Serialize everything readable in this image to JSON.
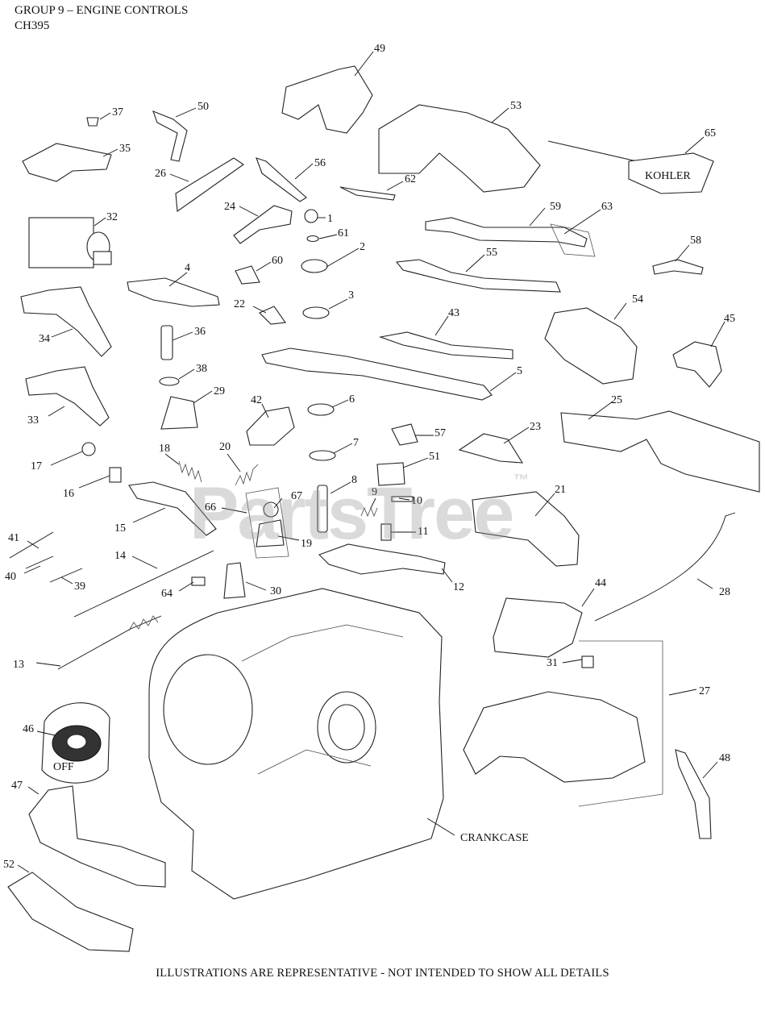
{
  "header": {
    "group_title": "GROUP 9 – ENGINE CONTROLS",
    "model": "CH395"
  },
  "watermark": {
    "text": "PartsTree",
    "trademark": "™"
  },
  "callouts": [
    {
      "id": "c1",
      "label": "1"
    },
    {
      "id": "c2",
      "label": "2"
    },
    {
      "id": "c3",
      "label": "3"
    },
    {
      "id": "c4",
      "label": "4"
    },
    {
      "id": "c5",
      "label": "5"
    },
    {
      "id": "c6",
      "label": "6"
    },
    {
      "id": "c7",
      "label": "7"
    },
    {
      "id": "c8",
      "label": "8"
    },
    {
      "id": "c9",
      "label": "9"
    },
    {
      "id": "c10",
      "label": "10"
    },
    {
      "id": "c11",
      "label": "11"
    },
    {
      "id": "c12",
      "label": "12"
    },
    {
      "id": "c13",
      "label": "13"
    },
    {
      "id": "c14",
      "label": "14"
    },
    {
      "id": "c15",
      "label": "15"
    },
    {
      "id": "c16",
      "label": "16"
    },
    {
      "id": "c17",
      "label": "17"
    },
    {
      "id": "c18",
      "label": "18"
    },
    {
      "id": "c19",
      "label": "19"
    },
    {
      "id": "c20",
      "label": "20"
    },
    {
      "id": "c21",
      "label": "21"
    },
    {
      "id": "c22",
      "label": "22"
    },
    {
      "id": "c23",
      "label": "23"
    },
    {
      "id": "c24",
      "label": "24"
    },
    {
      "id": "c25",
      "label": "25"
    },
    {
      "id": "c26",
      "label": "26"
    },
    {
      "id": "c27",
      "label": "27"
    },
    {
      "id": "c28",
      "label": "28"
    },
    {
      "id": "c29",
      "label": "29"
    },
    {
      "id": "c30",
      "label": "30"
    },
    {
      "id": "c31",
      "label": "31"
    },
    {
      "id": "c32",
      "label": "32"
    },
    {
      "id": "c33",
      "label": "33"
    },
    {
      "id": "c34",
      "label": "34"
    },
    {
      "id": "c35",
      "label": "35"
    },
    {
      "id": "c36",
      "label": "36"
    },
    {
      "id": "c37",
      "label": "37"
    },
    {
      "id": "c38",
      "label": "38"
    },
    {
      "id": "c39",
      "label": "39"
    },
    {
      "id": "c40",
      "label": "40"
    },
    {
      "id": "c41",
      "label": "41"
    },
    {
      "id": "c42",
      "label": "42"
    },
    {
      "id": "c43",
      "label": "43"
    },
    {
      "id": "c44",
      "label": "44"
    },
    {
      "id": "c45",
      "label": "45"
    },
    {
      "id": "c46",
      "label": "46"
    },
    {
      "id": "c47",
      "label": "47"
    },
    {
      "id": "c48",
      "label": "48"
    },
    {
      "id": "c49",
      "label": "49"
    },
    {
      "id": "c50",
      "label": "50"
    },
    {
      "id": "c51",
      "label": "51"
    },
    {
      "id": "c52",
      "label": "52"
    },
    {
      "id": "c53",
      "label": "53"
    },
    {
      "id": "c54",
      "label": "54"
    },
    {
      "id": "c55",
      "label": "55"
    },
    {
      "id": "c56",
      "label": "56"
    },
    {
      "id": "c57",
      "label": "57"
    },
    {
      "id": "c58",
      "label": "58"
    },
    {
      "id": "c59",
      "label": "59"
    },
    {
      "id": "c60",
      "label": "60"
    },
    {
      "id": "c61",
      "label": "61"
    },
    {
      "id": "c62",
      "label": "62"
    },
    {
      "id": "c63",
      "label": "63"
    },
    {
      "id": "c64",
      "label": "64"
    },
    {
      "id": "c65",
      "label": "65"
    },
    {
      "id": "c66",
      "label": "66"
    },
    {
      "id": "c67",
      "label": "67"
    }
  ],
  "crankcase_label": "CRANKCASE",
  "part_markings": {
    "module_65": "KOHLER",
    "knob_46": "OFF"
  },
  "footer": {
    "note": "ILLUSTRATIONS ARE REPRESENTATIVE - NOT INTENDED TO SHOW ALL DETAILS"
  }
}
